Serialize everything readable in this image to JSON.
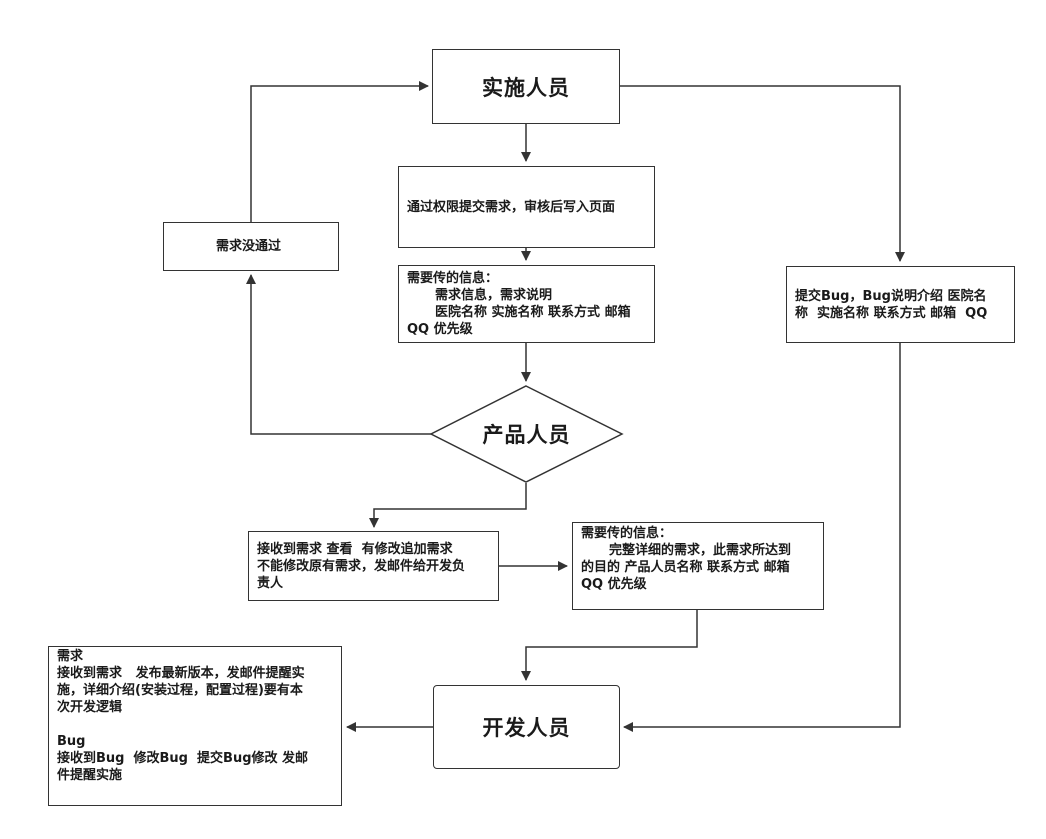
{
  "nodes": {
    "implementer": "实施人员",
    "submit_via_permission": "通过权限提交需求，审核后写入页面",
    "requirement_failed": "需求没通过",
    "info_to_pass_1": {
      "heading": "需要传的信息：",
      "line1": "需求信息，需求说明",
      "line2": "医院名称 实施名称 联系方式 邮箱",
      "line3": "QQ 优先级"
    },
    "submit_bug": {
      "line1": "提交Bug，Bug说明介绍 医院名",
      "line2": "称  实施名称 联系方式 邮箱  QQ"
    },
    "product_staff": "产品人员",
    "receive_requirement": {
      "line1": "接收到需求 查看  有修改追加需求",
      "line2": "不能修改原有需求，发邮件给开发负",
      "line3": "责人"
    },
    "info_to_pass_2": {
      "heading": "需要传的信息：",
      "line1": "完整详细的需求，此需求所达到",
      "line2": "的目的 产品人员名称 联系方式 邮箱",
      "line3": "QQ 优先级"
    },
    "developer": "开发人员",
    "dev_notes": {
      "req_heading": "需求",
      "req_line1": "接收到需求   发布最新版本，发邮件提醒实",
      "req_line2": "施，详细介绍(安装过程，配置过程)要有本",
      "req_line3": "次开发逻辑",
      "bug_heading": "Bug",
      "bug_line1": "接收到Bug  修改Bug  提交Bug修改 发邮",
      "bug_line2": "件提醒实施"
    }
  }
}
